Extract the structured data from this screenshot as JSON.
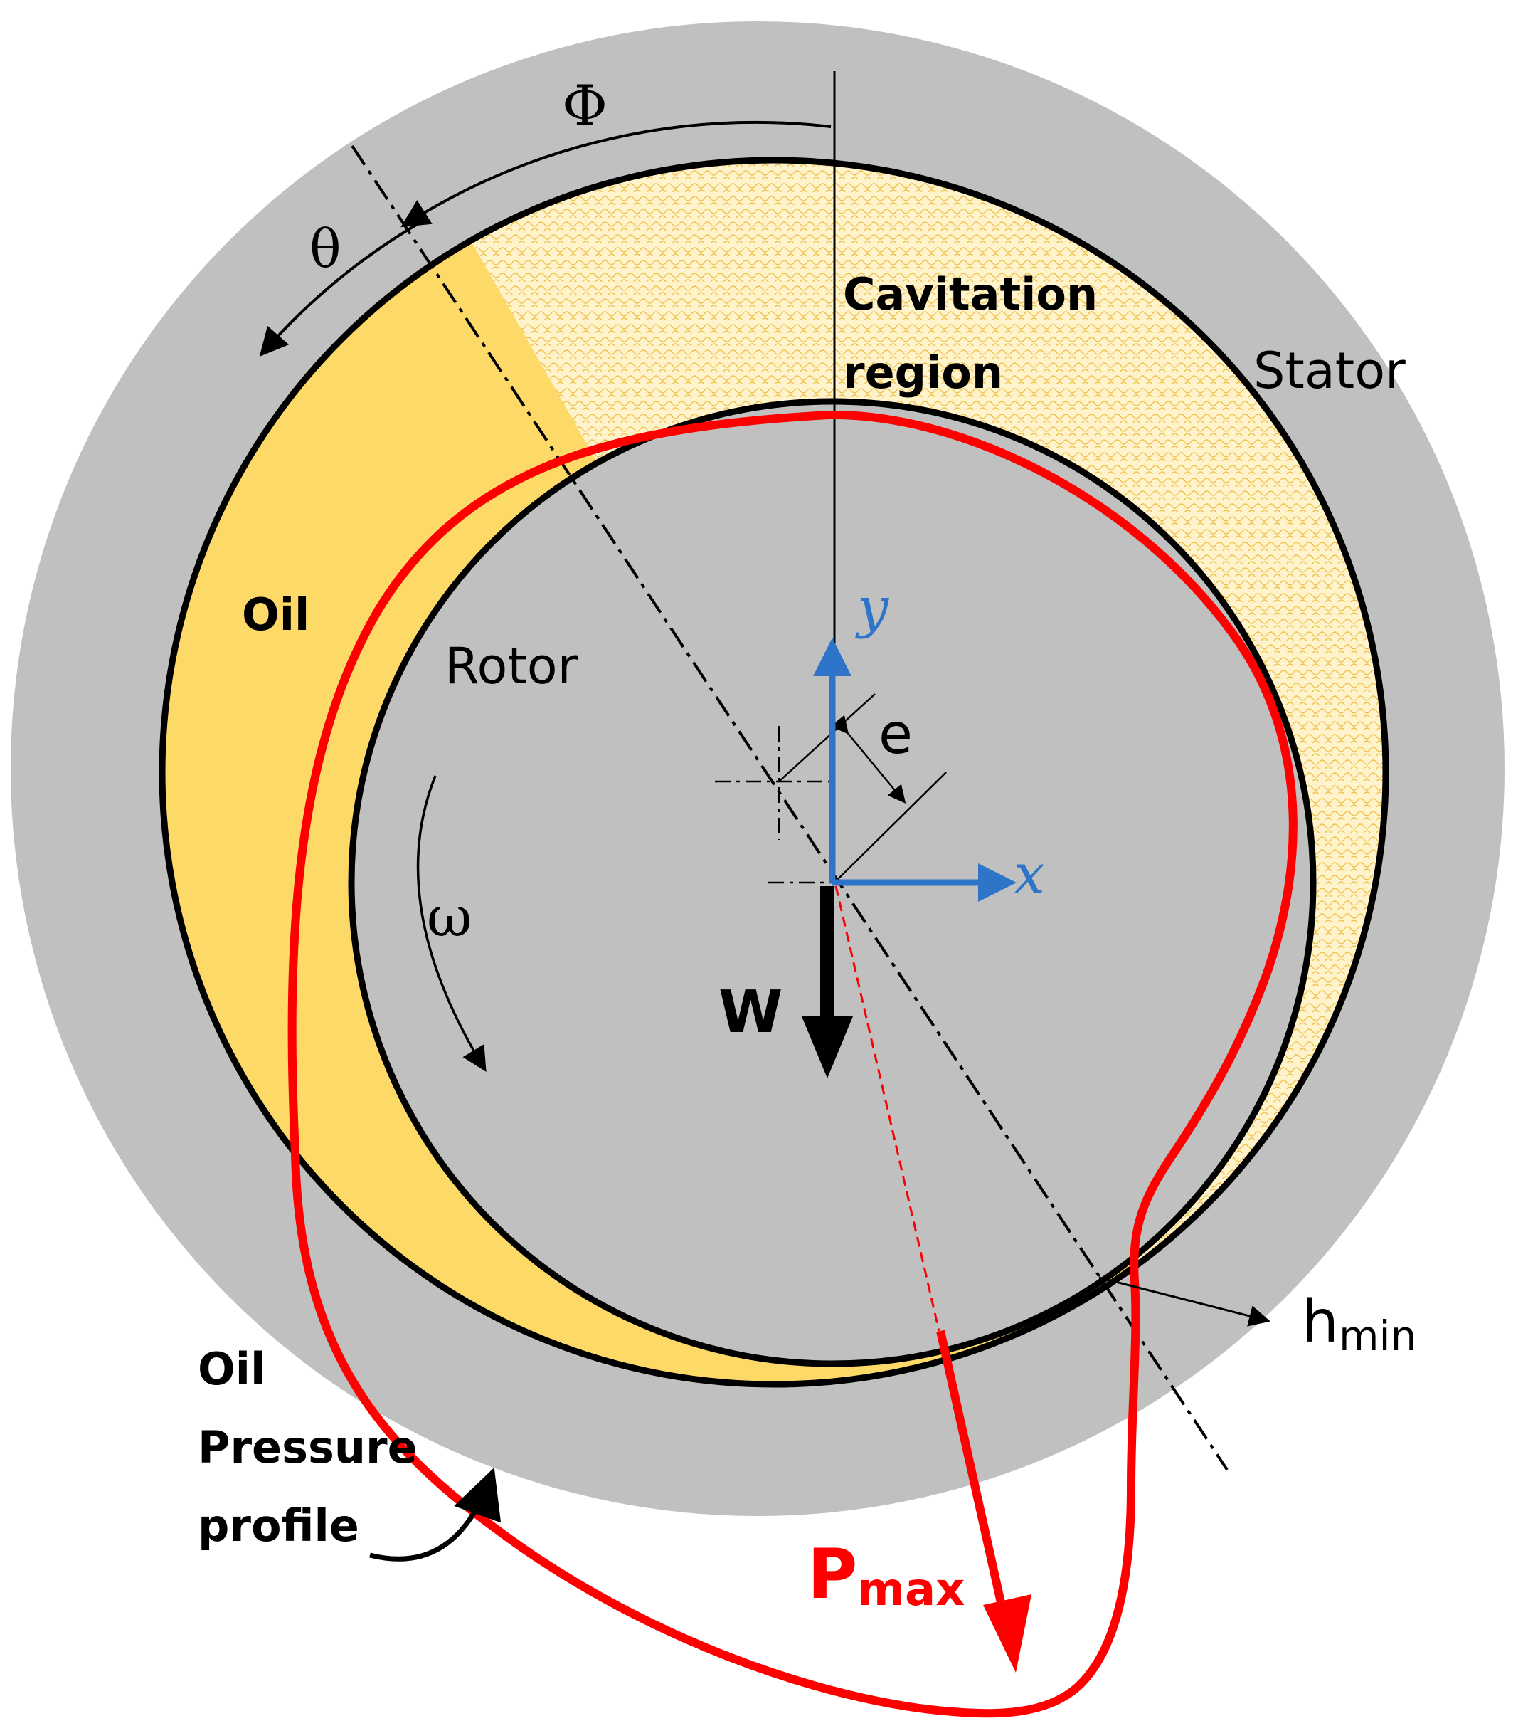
{
  "labels": {
    "phi": "Φ",
    "theta": "θ",
    "cavitation_line1": "Cavitation",
    "cavitation_line2": "region",
    "stator": "Stator",
    "oil": "Oil",
    "rotor": "Rotor",
    "y_axis": "y",
    "x_axis": "x",
    "eccentricity": "e",
    "omega": "ω",
    "load": "W",
    "hmin_main": "h",
    "hmin_sub": "min",
    "pressure_line1": "Oil",
    "pressure_line2": "Pressure",
    "pressure_line3": "profile",
    "pmax_main": "P",
    "pmax_sub": "max"
  },
  "colors": {
    "stator": "#c0c0c0",
    "oil": "#fdd968",
    "cavitation": "#fff3cc",
    "cavitation_pattern": "#f0c04a",
    "rotor": "#c0c0c0",
    "pressure_profile": "#ff0000",
    "axes": "#2e75c9",
    "outline": "#000000"
  }
}
